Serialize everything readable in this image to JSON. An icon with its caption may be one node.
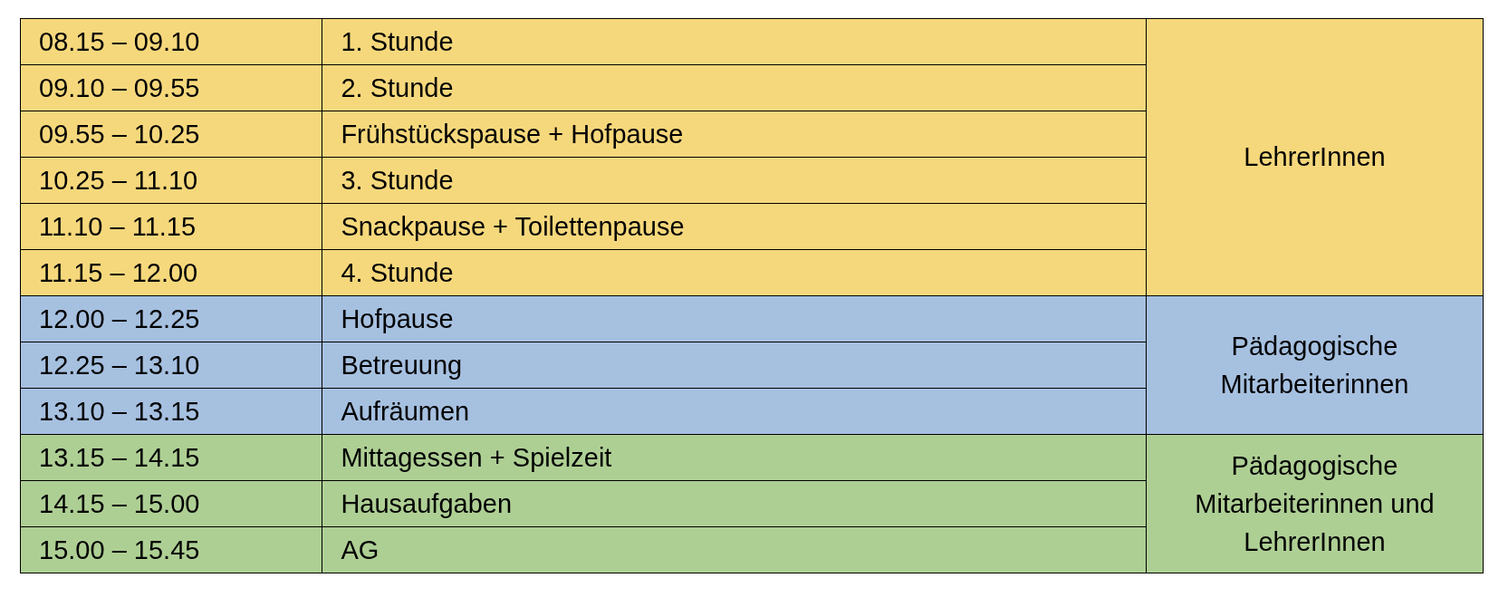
{
  "diagram": {
    "labels": [
      "08.15 – 09.10",
      "1. Stunde",
      "LehrerInnen",
      "09.10 – 09.55",
      "2. Stunde",
      "09.55 – 10.25",
      "Frühstückspause + Hofpause",
      "10.25 – 11.10",
      "3. Stunde",
      "11.10 – 11.15",
      "Snackpause + Toilettenpause",
      "11.15 – 12.00",
      "4. Stunde",
      "12.00 – 12.25",
      "Hofpause",
      "Pädagogische Mitarbeiterinnen",
      "12.25 – 13.10",
      "Betreuung",
      "13.10 – 13.15",
      "Aufräumen",
      "13.15 – 14.15",
      "Mittagessen + Spielzeit",
      "Pädagogische Mitarbeiterinnen und LehrerInnen",
      "14.15 – 15.00",
      "Hausaufgaben",
      "15.00 – 15.45",
      "AG"
    ]
  }
}
